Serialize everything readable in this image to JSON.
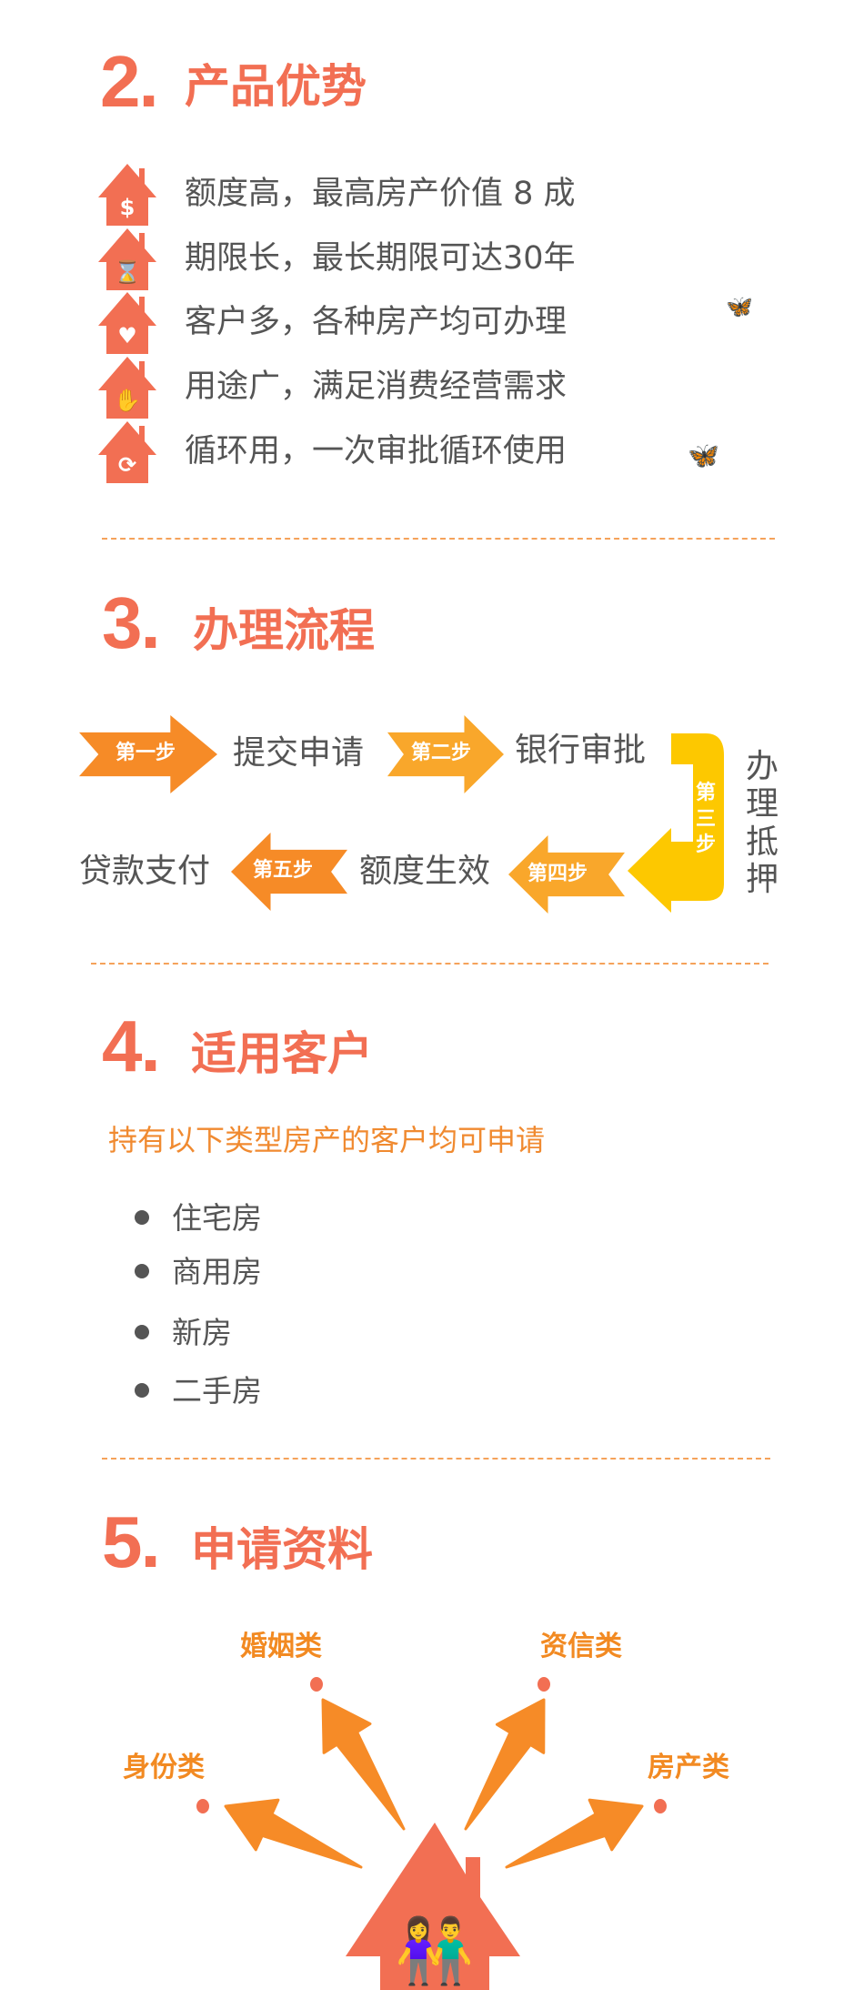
{
  "colors": {
    "title": "#f26f53",
    "text": "#555555",
    "orange": "#f68b27",
    "yellow": "#fdc800",
    "amber": "#f9a72b",
    "subtitle": "#f08a30"
  },
  "section2": {
    "number": "2.",
    "title": "产品优势",
    "items": [
      {
        "icon": "money-bag-icon",
        "text": "额度高，最高房产价值 8 成"
      },
      {
        "icon": "hourglass-icon",
        "text": "期限长，最长期限可达30年"
      },
      {
        "icon": "heart-icon",
        "text": "客户多，各种房产均可办理"
      },
      {
        "icon": "hand-plant-icon",
        "text": "用途广，满足消费经营需求"
      },
      {
        "icon": "recycle-icon",
        "text": "循环用，一次审批循环使用"
      }
    ]
  },
  "section3": {
    "number": "3.",
    "title": "办理流程",
    "steps": [
      {
        "label": "第一步",
        "text": "提交申请"
      },
      {
        "label": "第二步",
        "text": "银行审批"
      },
      {
        "label": "第三步",
        "text": "办理抵押"
      },
      {
        "label": "第四步",
        "text": "额度生效"
      },
      {
        "label": "第五步",
        "text": "贷款支付"
      }
    ]
  },
  "section4": {
    "number": "4.",
    "title": "适用客户",
    "subtitle": "持有以下类型房产的客户均可申请",
    "items": [
      "住宅房",
      "商用房",
      "新房",
      "二手房"
    ]
  },
  "section5": {
    "number": "5.",
    "title": "申请资料",
    "categories": [
      "身份类",
      "婚姻类",
      "资信类",
      "房产类"
    ]
  }
}
